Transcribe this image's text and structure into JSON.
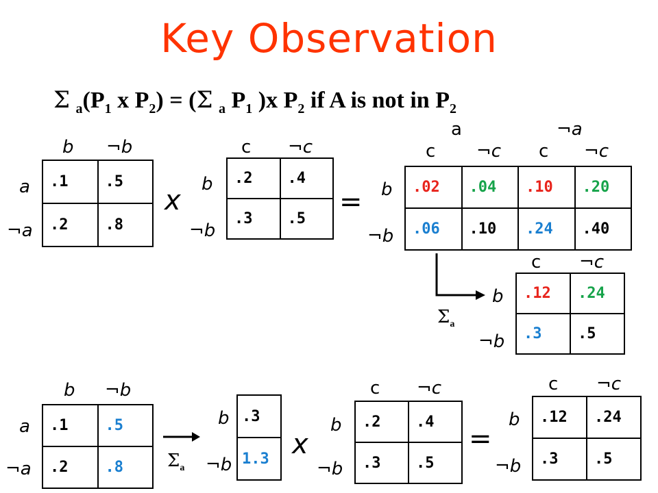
{
  "title": "Key Observation",
  "formula": {
    "sigma": "Σ",
    "sub_a": "a",
    "p1": "P",
    "one": "1",
    "x": "x",
    "two": "2",
    "part1": "(P",
    "part2": " x P",
    "part3": ") = (",
    "part4": " P",
    "part5": " )x P",
    "part6": " if A is not in P"
  },
  "labels": {
    "a": "a",
    "not_a": "¬a",
    "b": "b",
    "not_b": "¬b",
    "c": "c",
    "not_c": "¬c",
    "times": "x",
    "equals": "=",
    "sigma": "Σ",
    "sigma_sub": "a"
  },
  "top_left_table": {
    "r1": [
      ".1",
      ".5"
    ],
    "r2": [
      ".2",
      ".8"
    ]
  },
  "top_mid_table": {
    "r1": [
      ".2",
      ".4"
    ],
    "r2": [
      ".3",
      ".5"
    ]
  },
  "top_right_table": {
    "r1": [
      ".02",
      ".04",
      ".10",
      ".20"
    ],
    "r2": [
      ".06",
      ".10",
      ".24",
      ".40"
    ]
  },
  "summed_table": {
    "r1": [
      ".12",
      ".24"
    ],
    "r2": [
      ".3",
      ".5"
    ]
  },
  "bottom_left_table": {
    "r1": [
      ".1",
      ".5"
    ],
    "r2": [
      ".2",
      ".8"
    ]
  },
  "bottom_vector": {
    "r1": ".3",
    "r2": "1.3"
  },
  "bottom_mid_table": {
    "r1": [
      ".2",
      ".4"
    ],
    "r2": [
      ".3",
      ".5"
    ]
  },
  "bottom_right_table": {
    "r1": [
      ".12",
      ".24"
    ],
    "r2": [
      ".3",
      ".5"
    ]
  },
  "colors": {
    "title": "#ff3300",
    "red": "#e8241c",
    "green": "#16a34a",
    "blue": "#1a7fd0"
  }
}
